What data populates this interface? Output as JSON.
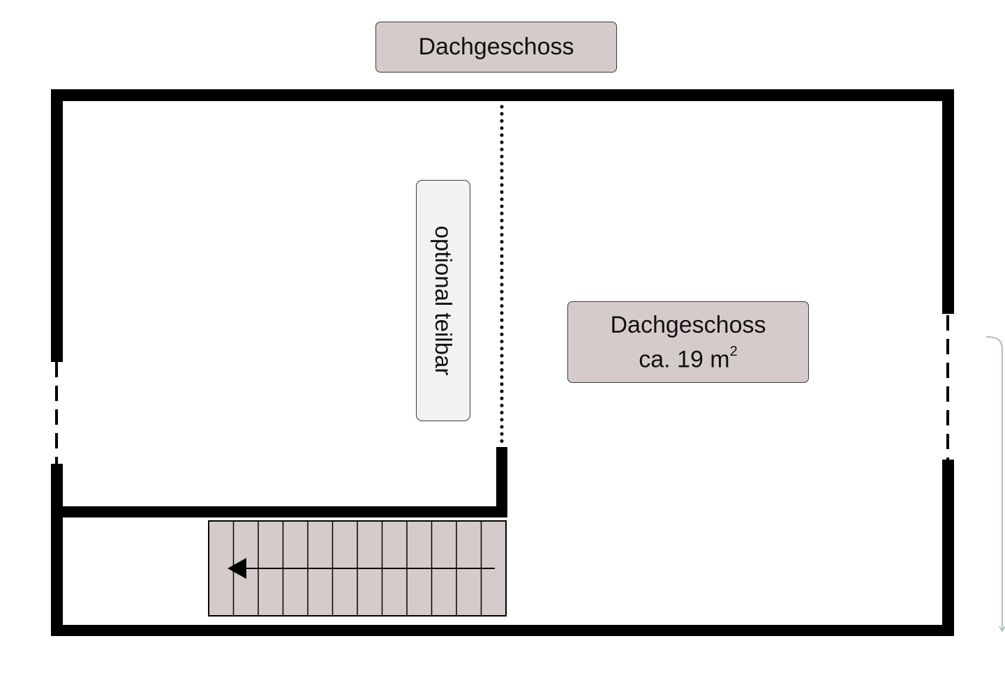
{
  "title_label": "Dachgeschoss",
  "room": {
    "name": "Dachgeschoss",
    "area_prefix": "ca. 19 m",
    "area_superscript": "2"
  },
  "divider_note": "optional teilbar",
  "colors": {
    "wall": "#000000",
    "label_fill": "#d6cbcb",
    "note_fill": "#f2f2f2",
    "stair_fill": "#d6cbcb",
    "scroll_line": "#9aa6b8"
  },
  "stairs": {
    "steps": 12,
    "direction": "left"
  }
}
